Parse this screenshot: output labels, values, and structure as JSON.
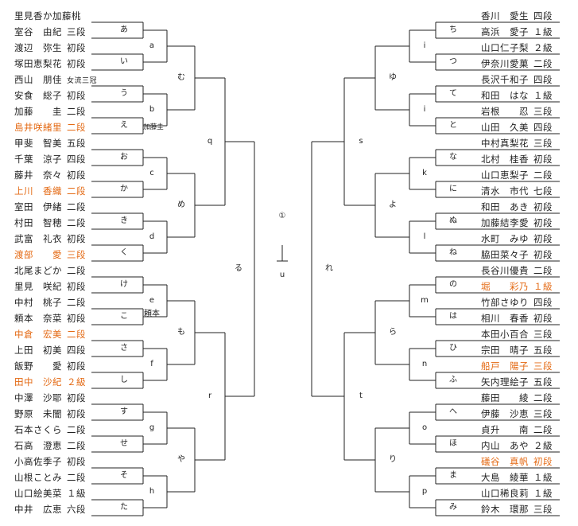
{
  "left_players": [
    {
      "name": "里見香か加藤桃",
      "rank": "",
      "color": "black"
    },
    {
      "name": "室谷　由紀",
      "rank": "三段",
      "color": "black"
    },
    {
      "name": "渡辺　弥生",
      "rank": "初段",
      "color": "black"
    },
    {
      "name": "塚田恵梨花",
      "rank": "初段",
      "color": "black"
    },
    {
      "name": "西山　朋佳",
      "rank": "女流三冠",
      "color": "black"
    },
    {
      "name": "安食　総子",
      "rank": "初段",
      "color": "black"
    },
    {
      "name": "加藤　　圭",
      "rank": "二段",
      "color": "black"
    },
    {
      "name": "島井咲緒里",
      "rank": "二段",
      "color": "orange"
    },
    {
      "name": "甲斐　智美",
      "rank": "五段",
      "color": "black"
    },
    {
      "name": "千葉　涼子",
      "rank": "四段",
      "color": "black"
    },
    {
      "name": "藤井　奈々",
      "rank": "初段",
      "color": "black"
    },
    {
      "name": "上川　香織",
      "rank": "二段",
      "color": "orange"
    },
    {
      "name": "室田　伊緒",
      "rank": "二段",
      "color": "black"
    },
    {
      "name": "村田　智穂",
      "rank": "二段",
      "color": "black"
    },
    {
      "name": "武富　礼衣",
      "rank": "初段",
      "color": "black"
    },
    {
      "name": "渡部　　愛",
      "rank": "三段",
      "color": "orange"
    },
    {
      "name": "北尾まどか",
      "rank": "二段",
      "color": "black"
    },
    {
      "name": "里見　咲紀",
      "rank": "初段",
      "color": "black"
    },
    {
      "name": "中村　桃子",
      "rank": "二段",
      "color": "black"
    },
    {
      "name": "頼本　奈菜",
      "rank": "初段",
      "color": "black"
    },
    {
      "name": "中倉　宏美",
      "rank": "二段",
      "color": "orange"
    },
    {
      "name": "上田　初美",
      "rank": "四段",
      "color": "black"
    },
    {
      "name": "飯野　　愛",
      "rank": "初段",
      "color": "black"
    },
    {
      "name": "田中　沙紀",
      "rank": "２級",
      "color": "orange"
    },
    {
      "name": "中澤　沙耶",
      "rank": "初段",
      "color": "black"
    },
    {
      "name": "野原　未闇",
      "rank": "初段",
      "color": "black"
    },
    {
      "name": "石本さくら",
      "rank": "二段",
      "color": "black"
    },
    {
      "name": "石高　澄恵",
      "rank": "二段",
      "color": "black"
    },
    {
      "name": "小高佐季子",
      "rank": "初段",
      "color": "black"
    },
    {
      "name": "山根ことみ",
      "rank": "二段",
      "color": "black"
    },
    {
      "name": "山口絵美菜",
      "rank": "１級",
      "color": "black"
    },
    {
      "name": "中井　広恵",
      "rank": "六段",
      "color": "black"
    }
  ],
  "right_players": [
    {
      "name": "香川　愛生",
      "rank": "四段",
      "color": "black"
    },
    {
      "name": "高浜　愛子",
      "rank": "１級",
      "color": "black"
    },
    {
      "name": "山口仁子梨",
      "rank": "２級",
      "color": "black"
    },
    {
      "name": "伊奈川愛菓",
      "rank": "二段",
      "color": "black"
    },
    {
      "name": "長沢千和子",
      "rank": "四段",
      "color": "black"
    },
    {
      "name": "和田　はな",
      "rank": "１級",
      "color": "black"
    },
    {
      "name": "岩根　　忍",
      "rank": "三段",
      "color": "black"
    },
    {
      "name": "山田　久美",
      "rank": "四段",
      "color": "black"
    },
    {
      "name": "中村真梨花",
      "rank": "三段",
      "color": "black"
    },
    {
      "name": "北村　桂香",
      "rank": "初段",
      "color": "black"
    },
    {
      "name": "山口恵梨子",
      "rank": "二段",
      "color": "black"
    },
    {
      "name": "清水　市代",
      "rank": "七段",
      "color": "black"
    },
    {
      "name": "和田　あき",
      "rank": "初段",
      "color": "black"
    },
    {
      "name": "加藤結李愛",
      "rank": "初段",
      "color": "black"
    },
    {
      "name": "水町　みゆ",
      "rank": "初段",
      "color": "black"
    },
    {
      "name": "脇田菜々子",
      "rank": "初段",
      "color": "black"
    },
    {
      "name": "長谷川優貴",
      "rank": "二段",
      "color": "black"
    },
    {
      "name": "堀　　彩乃",
      "rank": "１級",
      "color": "orange"
    },
    {
      "name": "竹部さゆり",
      "rank": "四段",
      "color": "black"
    },
    {
      "name": "相川　春香",
      "rank": "初段",
      "color": "black"
    },
    {
      "name": "本田小百合",
      "rank": "三段",
      "color": "black"
    },
    {
      "name": "宗田　晴子",
      "rank": "五段",
      "color": "black"
    },
    {
      "name": "船戸　陽子",
      "rank": "三段",
      "color": "orange"
    },
    {
      "name": "矢内理絵子",
      "rank": "五段",
      "color": "black"
    },
    {
      "name": "藤田　　綾",
      "rank": "二段",
      "color": "black"
    },
    {
      "name": "伊藤　沙恵",
      "rank": "三段",
      "color": "black"
    },
    {
      "name": "貞升　　南",
      "rank": "二段",
      "color": "black"
    },
    {
      "name": "内山　あや",
      "rank": "２級",
      "color": "black"
    },
    {
      "name": "礒谷　真帆",
      "rank": "初段",
      "color": "orange"
    },
    {
      "name": "大島　綾華",
      "rank": "１級",
      "color": "black"
    },
    {
      "name": "山口稀良莉",
      "rank": "１級",
      "color": "black"
    },
    {
      "name": "鈴木　環那",
      "rank": "三段",
      "color": "black"
    }
  ],
  "left_r1": [
    "あ",
    "い",
    "う",
    "え",
    "お",
    "か",
    "き",
    "く",
    "け",
    "こ",
    "さ",
    "し",
    "す",
    "せ",
    "そ",
    "た"
  ],
  "right_r1": [
    "ち",
    "つ",
    "て",
    "と",
    "な",
    "に",
    "ぬ",
    "ね",
    "の",
    "は",
    "ひ",
    "ふ",
    "へ",
    "ほ",
    "ま",
    "み"
  ],
  "left_r2": [
    "a",
    "b",
    "c",
    "d",
    "e",
    "f",
    "g",
    "h"
  ],
  "right_r2": [
    "i",
    "i",
    "k",
    "l",
    "m",
    "n",
    "o",
    "p"
  ],
  "left_r2_winners": {
    "b": "加藤圭",
    "e": "頼本"
  },
  "left_r3": [
    "む",
    "め",
    "も",
    "や"
  ],
  "right_r3": [
    "ゆ",
    "よ",
    "ら",
    "り"
  ],
  "left_r4": [
    "q",
    "r"
  ],
  "right_r4": [
    "s",
    "t"
  ],
  "left_r5": "る",
  "right_r5": "れ",
  "final_mark": "①",
  "final_label": "u",
  "colors": {
    "line": "#222222",
    "highlight": "#e46a14"
  }
}
